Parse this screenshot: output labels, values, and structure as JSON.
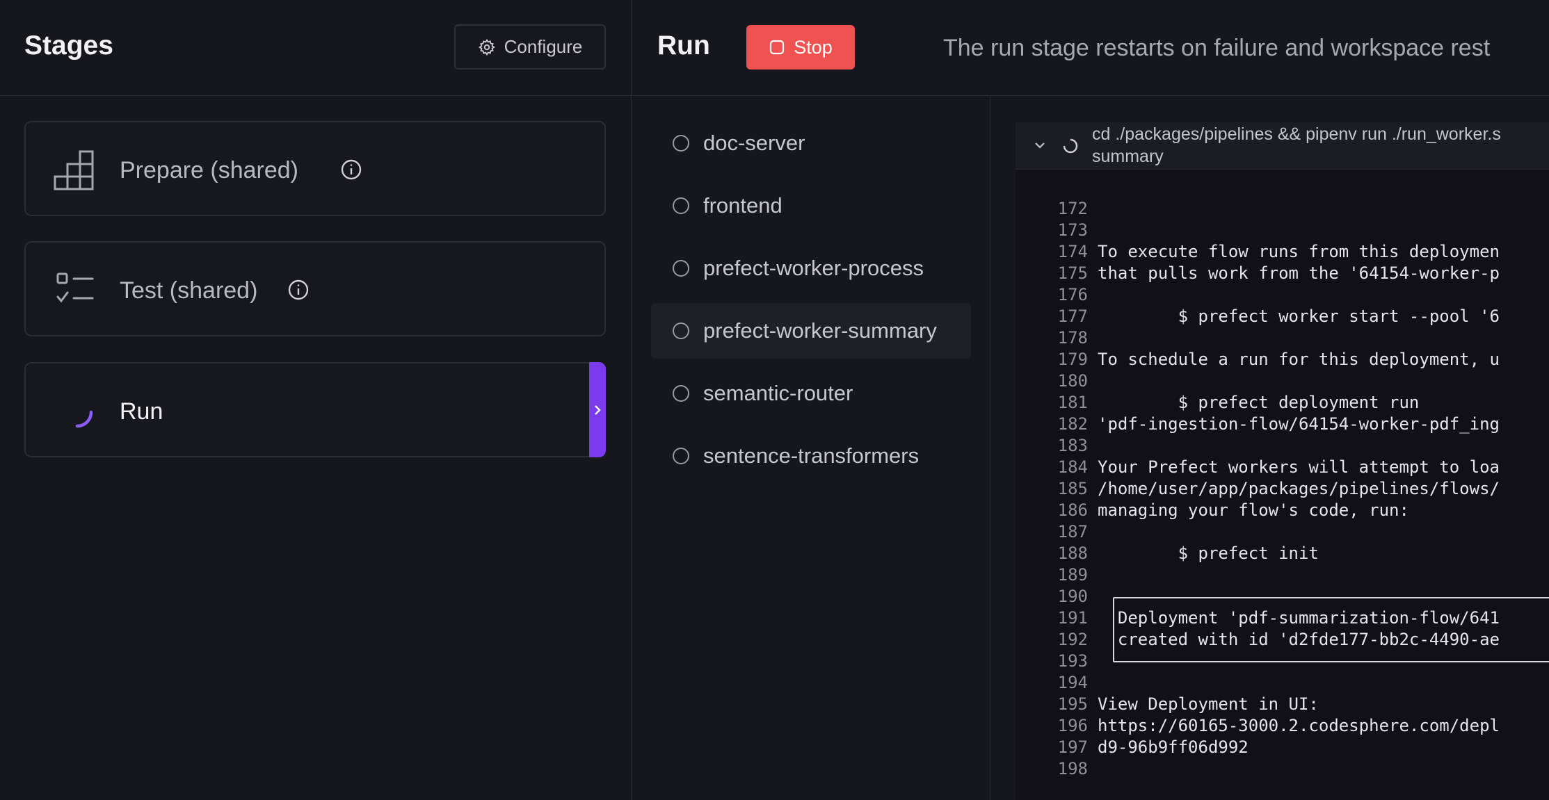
{
  "stages_panel": {
    "title": "Stages",
    "configure_label": "Configure",
    "stages": [
      {
        "label": "Prepare (shared)",
        "icon": "bar-blocks-icon",
        "info": true
      },
      {
        "label": "Test (shared)",
        "icon": "checklist-icon",
        "info": true
      },
      {
        "label": "Run",
        "icon": "spinner-icon",
        "info": false
      }
    ]
  },
  "run_header": {
    "title": "Run",
    "stop_label": "Stop",
    "description": "The run stage restarts on failure and workspace rest"
  },
  "services": [
    "doc-server",
    "frontend",
    "prefect-worker-process",
    "prefect-worker-summary",
    "semantic-router",
    "sentence-transformers"
  ],
  "selected_service": "prefect-worker-summary",
  "log": {
    "command": "cd ./packages/pipelines && pipenv run ./run_worker.s\nsummary",
    "lines": [
      {
        "n": "172",
        "t": ""
      },
      {
        "n": "173",
        "t": ""
      },
      {
        "n": "174",
        "t": "To execute flow runs from this deploymen"
      },
      {
        "n": "175",
        "t": "that pulls work from the '64154-worker-p"
      },
      {
        "n": "176",
        "t": ""
      },
      {
        "n": "177",
        "t": "        $ prefect worker start --pool '6"
      },
      {
        "n": "178",
        "t": ""
      },
      {
        "n": "179",
        "t": "To schedule a run for this deployment, u"
      },
      {
        "n": "180",
        "t": ""
      },
      {
        "n": "181",
        "t": "        $ prefect deployment run"
      },
      {
        "n": "182",
        "t": "'pdf-ingestion-flow/64154-worker-pdf_ing"
      },
      {
        "n": "183",
        "t": ""
      },
      {
        "n": "184",
        "t": "Your Prefect workers will attempt to loa"
      },
      {
        "n": "185",
        "t": "/home/user/app/packages/pipelines/flows/"
      },
      {
        "n": "186",
        "t": "managing your flow's code, run:"
      },
      {
        "n": "187",
        "t": ""
      },
      {
        "n": "188",
        "t": "        $ prefect init"
      },
      {
        "n": "189",
        "t": ""
      },
      {
        "n": "190",
        "t": ""
      },
      {
        "n": "191",
        "t": "  Deployment 'pdf-summarization-flow/641"
      },
      {
        "n": "192",
        "t": "  created with id 'd2fde177-bb2c-4490-ae"
      },
      {
        "n": "193",
        "t": ""
      },
      {
        "n": "194",
        "t": ""
      },
      {
        "n": "195",
        "t": "View Deployment in UI:"
      },
      {
        "n": "196",
        "t": "https://60165-3000.2.codesphere.com/depl"
      },
      {
        "n": "197",
        "t": "d9-96b9ff06d992"
      },
      {
        "n": "198",
        "t": ""
      }
    ]
  },
  "colors": {
    "accent_purple": "#7c3aed",
    "stop_red": "#f05252",
    "background": "#16161d"
  }
}
